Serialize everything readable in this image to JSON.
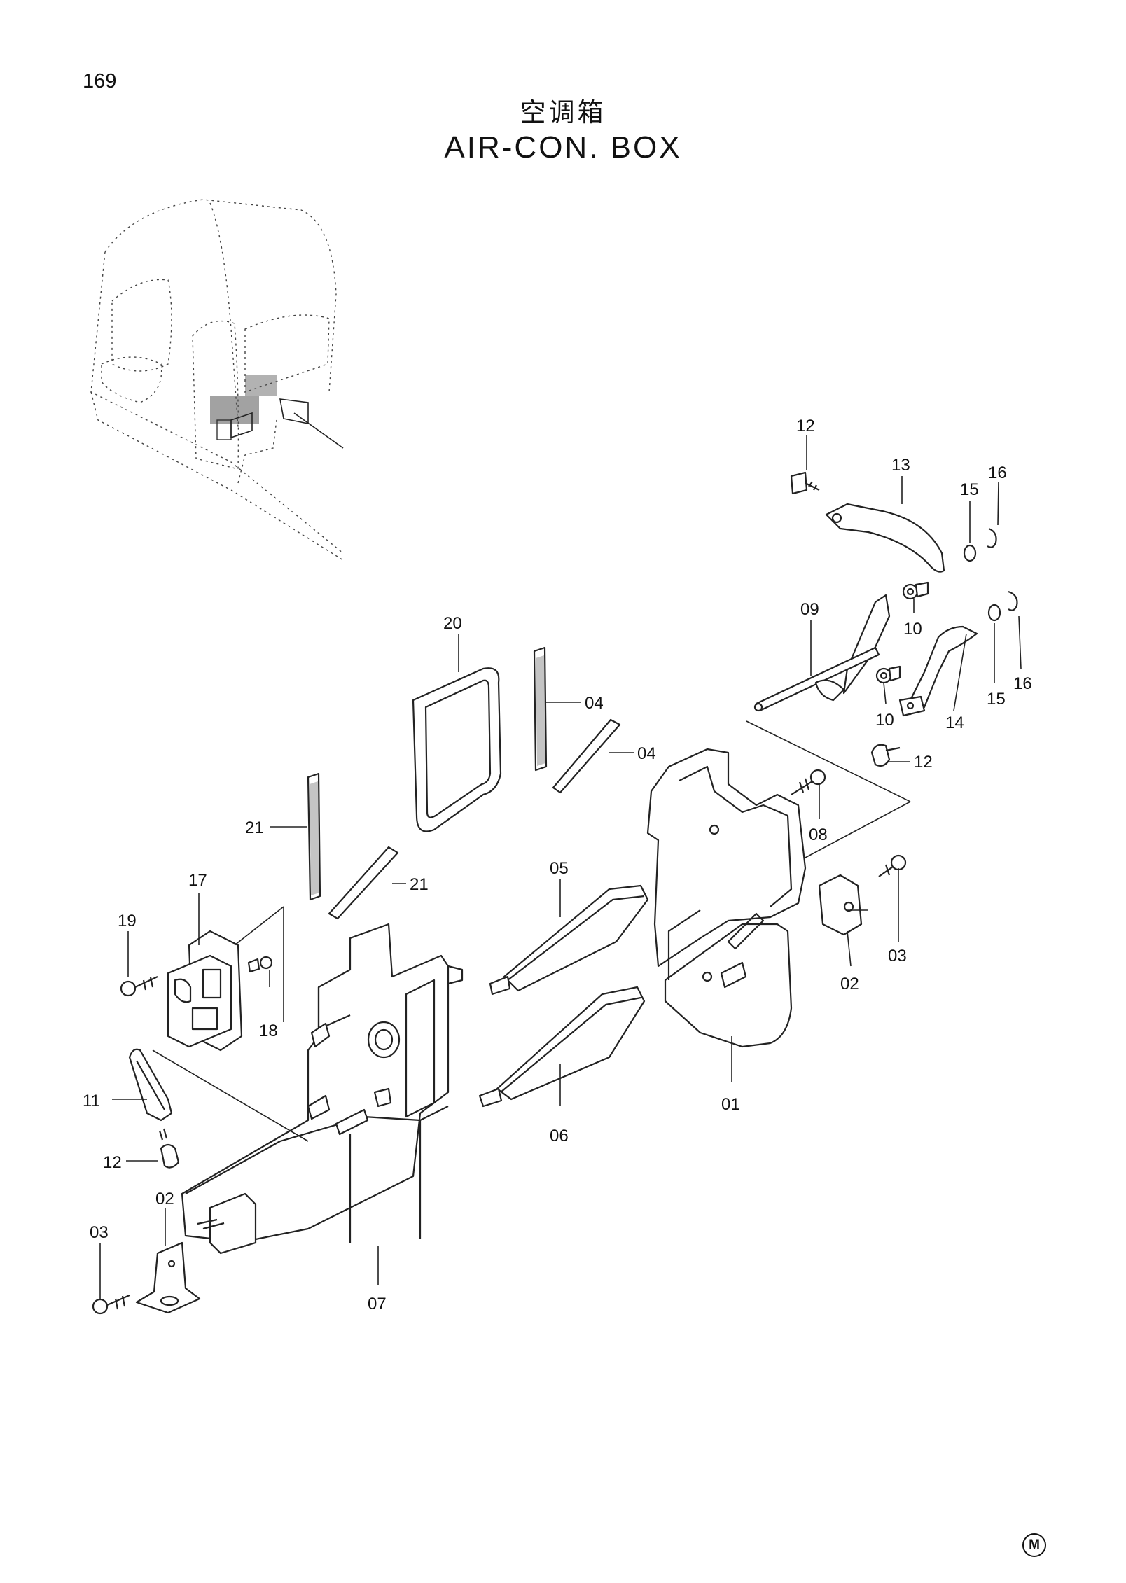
{
  "page": {
    "page_number": "169",
    "title_cn": "空调箱",
    "title_en": "AIR-CON. BOX",
    "corner_mark": "M"
  },
  "callouts": {
    "c12a": "12",
    "c13": "13",
    "c15a": "15",
    "c16a": "16",
    "c09": "09",
    "c10a": "10",
    "c15b": "15",
    "c16b": "16",
    "c10b": "10",
    "c14": "14",
    "c12b": "12",
    "c20": "20",
    "c04a": "04",
    "c04b": "04",
    "c21a": "21",
    "c21b": "21",
    "c08": "08",
    "c17": "17",
    "c19": "19",
    "c18": "18",
    "c05": "05",
    "c03a": "03",
    "c02a": "02",
    "c11": "11",
    "c12c": "12",
    "c06": "06",
    "c01": "01",
    "c02b": "02",
    "c03b": "03",
    "c07": "07"
  }
}
